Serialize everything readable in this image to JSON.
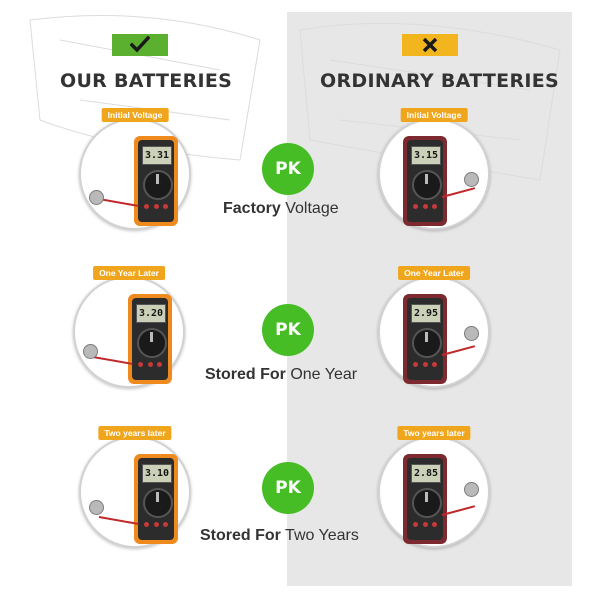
{
  "header": {
    "left_title": "OUR BATTERIES",
    "right_title": "ORDINARY BATTERIES",
    "left_mark": "✔",
    "right_mark": "✕"
  },
  "rows": [
    {
      "pk": "PK",
      "caption_bold": "Factory",
      "caption_rest": " Voltage",
      "our": {
        "tag": "Initial Voltage",
        "reading": "3.31"
      },
      "ordinary": {
        "tag": "Initial Voltage",
        "reading": "3.15"
      }
    },
    {
      "pk": "PK",
      "caption_bold": "Stored For",
      "caption_rest": " One Year",
      "our": {
        "tag": "One Year Later",
        "reading": "3.20"
      },
      "ordinary": {
        "tag": "One Year Later",
        "reading": "2.95"
      }
    },
    {
      "pk": "PK",
      "caption_bold": "Stored For",
      "caption_rest": " Two Years",
      "our": {
        "tag": "Two years later",
        "reading": "3.10"
      },
      "ordinary": {
        "tag": "Two years later",
        "reading": "2.85"
      }
    }
  ],
  "colors": {
    "good": "#5bb030",
    "bad": "#f2b51e",
    "pk": "#46bd25",
    "tag": "#f0a61c"
  }
}
